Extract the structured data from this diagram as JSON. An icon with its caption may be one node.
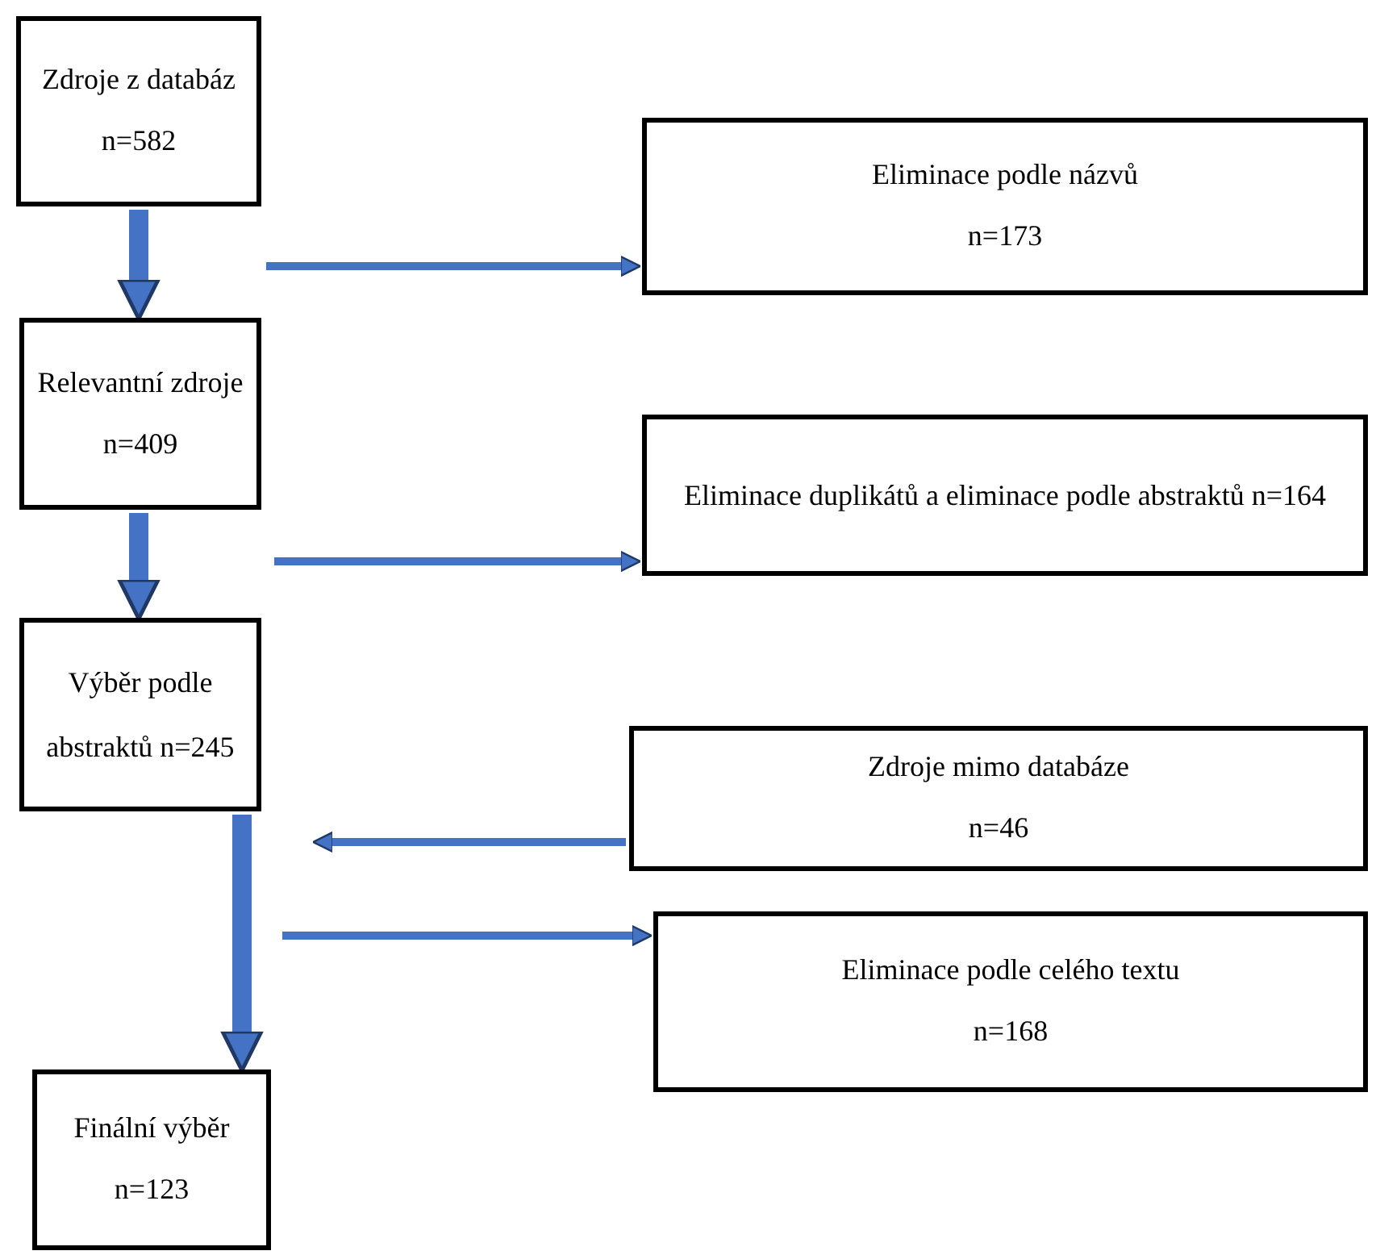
{
  "diagram": {
    "nodes": [
      {
        "text": [
          "Zdroje z databáz",
          "n=582"
        ]
      },
      {
        "text": [
          "Eliminace podle názvů",
          "n=173"
        ]
      },
      {
        "text": [
          "Relevantní zdroje",
          "n=409"
        ]
      },
      {
        "text": [
          "Eliminace duplikátů a eliminace podle abstraktů n=164"
        ]
      },
      {
        "text": [
          "Výběr podle abstraktů n=245"
        ]
      },
      {
        "text": [
          "Zdroje mimo databáze",
          "n=46"
        ]
      },
      {
        "text": [
          "Eliminace podle celého textu",
          "n=168"
        ]
      },
      {
        "text": [
          "Finální výběr",
          "n=123"
        ]
      }
    ],
    "edges": [
      {
        "from": 0,
        "to": 2,
        "arrow": "to",
        "style": "thick"
      },
      {
        "from": null,
        "to": 1,
        "arrow": "to"
      },
      {
        "from": 2,
        "to": 4,
        "arrow": "to",
        "style": "thick"
      },
      {
        "from": null,
        "to": 3,
        "arrow": "to"
      },
      {
        "from": 4,
        "to": 7,
        "arrow": "to",
        "style": "thick"
      },
      {
        "from": 5,
        "to": null,
        "arrow": "to"
      },
      {
        "from": null,
        "to": 6,
        "arrow": "to"
      }
    ]
  }
}
